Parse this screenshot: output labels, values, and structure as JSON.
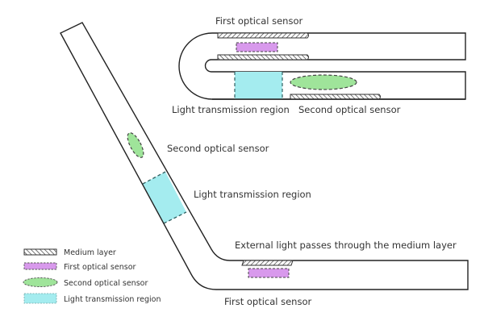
{
  "colors": {
    "outline": "#222222",
    "first_sensor_fill": "#d899ec",
    "second_sensor_fill": "#9fe49a",
    "transmission_fill": "#a4ecef",
    "dash_stroke": "#444444",
    "text": "#333333"
  },
  "top_figure": {
    "label_first_sensor": "First optical sensor",
    "label_transmission": "Light transmission region",
    "label_second_sensor": "Second optical sensor"
  },
  "bent_figure": {
    "label_second_sensor": "Second optical sensor",
    "label_transmission": "Light transmission region",
    "label_external_light": "External light passes through the medium layer",
    "label_first_sensor": "First optical sensor"
  },
  "legend": {
    "items": [
      {
        "icon": "hatched-rectangle-icon",
        "label": "Medium layer"
      },
      {
        "icon": "purple-dashed-rectangle-icon",
        "label": "First optical sensor"
      },
      {
        "icon": "green-dashed-ellipse-icon",
        "label": "Second optical sensor"
      },
      {
        "icon": "cyan-rectangle-icon",
        "label": "Light transmission region"
      }
    ]
  }
}
